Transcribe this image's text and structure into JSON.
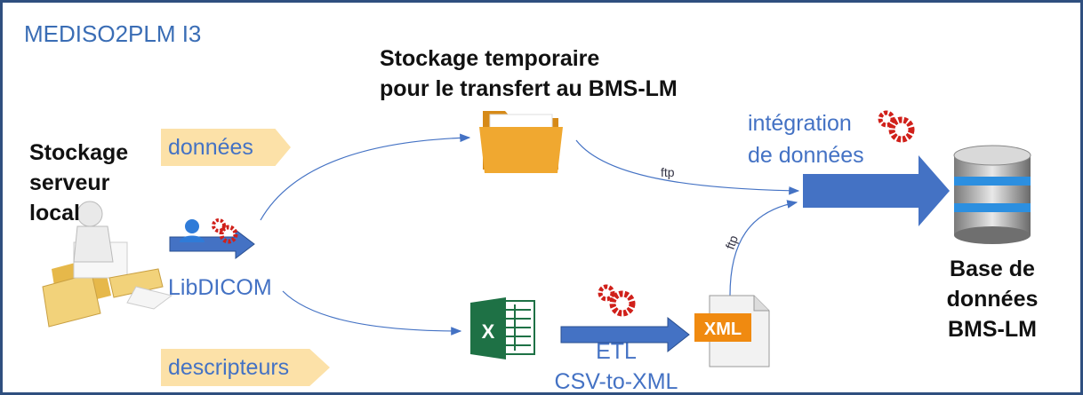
{
  "title": "MEDISO2PLM I3",
  "labels": {
    "storage_local": [
      "Stockage",
      "serveur",
      "local"
    ],
    "temp_storage": [
      "Stockage temporaire",
      "pour le transfert au BMS-LM"
    ],
    "integration": [
      "intégration",
      "de données"
    ],
    "database": [
      "Base de",
      "données",
      "BMS-LM"
    ]
  },
  "tags": {
    "data": "données",
    "descriptors": "descripteurs"
  },
  "tools": {
    "libdicom": "LibDICOM",
    "etl": [
      "ETL",
      "CSV-to-XML"
    ]
  },
  "connectors": {
    "ftp_top": "ftp",
    "ftp_bottom": "ftp"
  },
  "icons": {
    "excel_letter": "X",
    "xml_text": "XML"
  },
  "colors": {
    "frame": "#2f4f7f",
    "arrow": "#4472c4",
    "tag": "#fce1a8",
    "folder": "#f0a830",
    "gear": "#d0201a"
  }
}
